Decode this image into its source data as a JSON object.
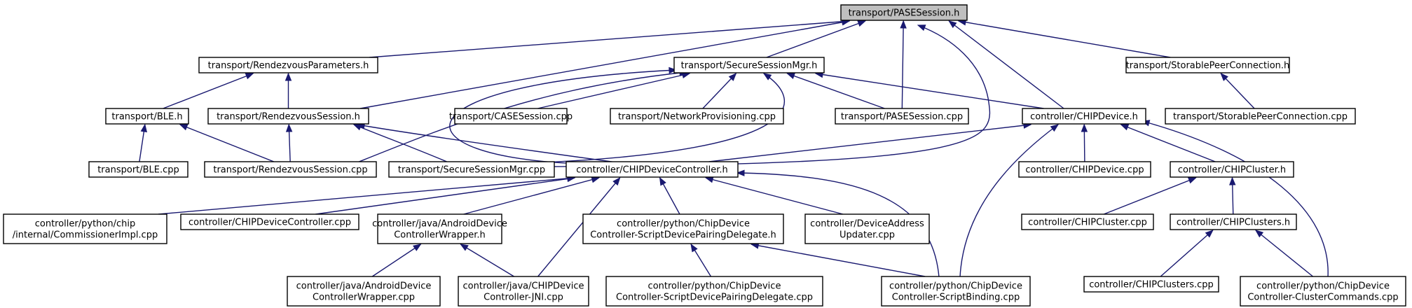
{
  "colors": {
    "edge": "#191970",
    "root_fill": "#bfbfbf",
    "node_fill": "#ffffff",
    "border": "#000000"
  },
  "nodes": {
    "pase_h": [
      "transport/PASESession.h"
    ],
    "rvp_h": [
      "transport/RendezvousParameters.h"
    ],
    "ssm_h": [
      "transport/SecureSessionMgr.h"
    ],
    "spc_h": [
      "transport/StorablePeerConnection.h"
    ],
    "ble_h": [
      "transport/BLE.h"
    ],
    "rvs_h": [
      "transport/RendezvousSession.h"
    ],
    "case_cpp": [
      "transport/CASESession.cpp"
    ],
    "netprov_cpp": [
      "transport/NetworkProvisioning.cpp"
    ],
    "pase_cpp": [
      "transport/PASESession.cpp"
    ],
    "chipdev_h": [
      "controller/CHIPDevice.h"
    ],
    "spc_cpp": [
      "transport/StorablePeerConnection.cpp"
    ],
    "ble_cpp": [
      "transport/BLE.cpp"
    ],
    "rvs_cpp": [
      "transport/RendezvousSession.cpp"
    ],
    "ssm_cpp": [
      "transport/SecureSessionMgr.cpp"
    ],
    "cdc_h": [
      "controller/CHIPDeviceController.h"
    ],
    "chipdev_cpp": [
      "controller/CHIPDevice.cpp"
    ],
    "cluster_h": [
      "controller/CHIPCluster.h"
    ],
    "commimpl_py": [
      "controller/python/chip",
      "/internal/CommissionerImpl.cpp"
    ],
    "cdc_cpp": [
      "controller/CHIPDeviceController.cpp"
    ],
    "android_h": [
      "controller/java/AndroidDevice",
      "ControllerWrapper.h"
    ],
    "pairing_h": [
      "controller/python/ChipDevice",
      "Controller-ScriptDevicePairingDelegate.h"
    ],
    "devaddr_cpp": [
      "controller/DeviceAddress",
      "Updater.cpp"
    ],
    "cluster_cpp": [
      "controller/CHIPCluster.cpp"
    ],
    "clusters_h": [
      "controller/CHIPClusters.h"
    ],
    "android_cpp": [
      "controller/java/AndroidDevice",
      "ControllerWrapper.cpp"
    ],
    "jni_cpp": [
      "controller/java/CHIPDevice",
      "Controller-JNI.cpp"
    ],
    "pairing_cpp": [
      "controller/python/ChipDevice",
      "Controller-ScriptDevicePairingDelegate.cpp"
    ],
    "binding_cpp": [
      "controller/python/ChipDevice",
      "Controller-ScriptBinding.cpp"
    ],
    "clusters_cpp": [
      "controller/CHIPClusters.cpp"
    ],
    "clustercmd_cpp": [
      "controller/python/ChipDevice",
      "Controller-ClusterCommands.cpp"
    ]
  }
}
